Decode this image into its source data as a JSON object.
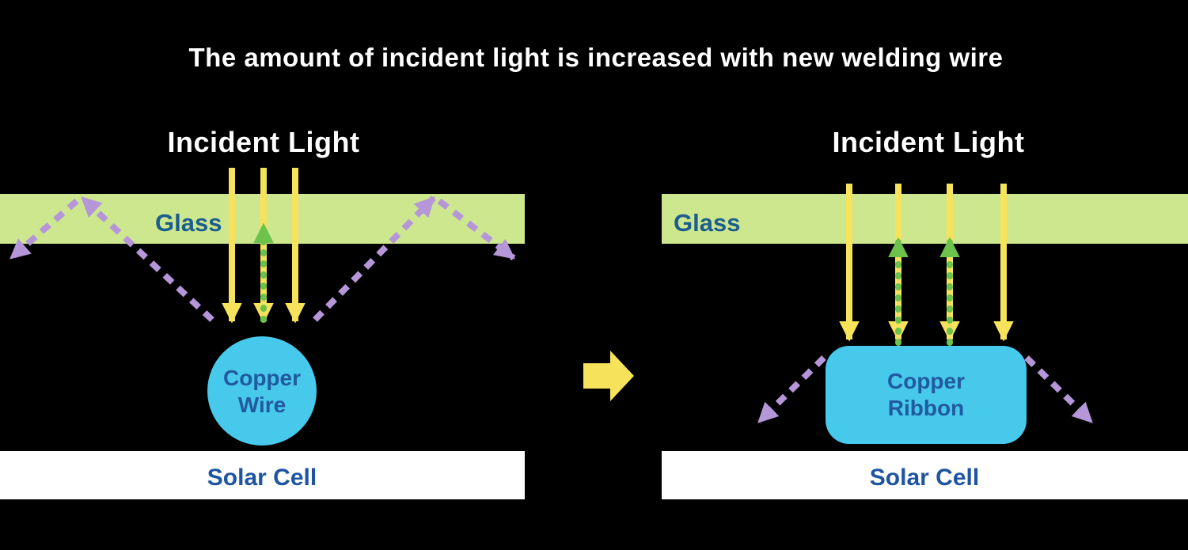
{
  "title": "The amount of incident light is increased with new welding wire",
  "colors": {
    "background": "#000000",
    "title-color": "#ffffff",
    "incident-text": "#ffffff",
    "glass-fill": "#cde78f",
    "glass-text": "#1b5d8e",
    "solar-fill": "#ffffff",
    "solar-text": "#1f55a0",
    "copper-fill": "#47c9ec",
    "copper-text": "#215a9e",
    "yellow": "#f7e25c",
    "purple": "#b596d9",
    "green": "#6cc24a"
  },
  "left_panel": {
    "incident_light_label": "Incident Light",
    "glass_label": "Glass",
    "copper_label_line1": "Copper",
    "copper_label_line2": "Wire",
    "solar_cell_label": "Solar Cell"
  },
  "right_panel": {
    "incident_light_label": "Incident Light",
    "glass_label": "Glass",
    "copper_label_line1": "Copper",
    "copper_label_line2": "Ribbon",
    "solar_cell_label": "Solar Cell"
  },
  "icons": {
    "transition_arrow": "right-block-arrow",
    "incident_ray": "yellow-down-arrow",
    "reflected_ray": "purple-dashed-arrow",
    "recaptured_ray": "green-dotted-up-arrow"
  }
}
